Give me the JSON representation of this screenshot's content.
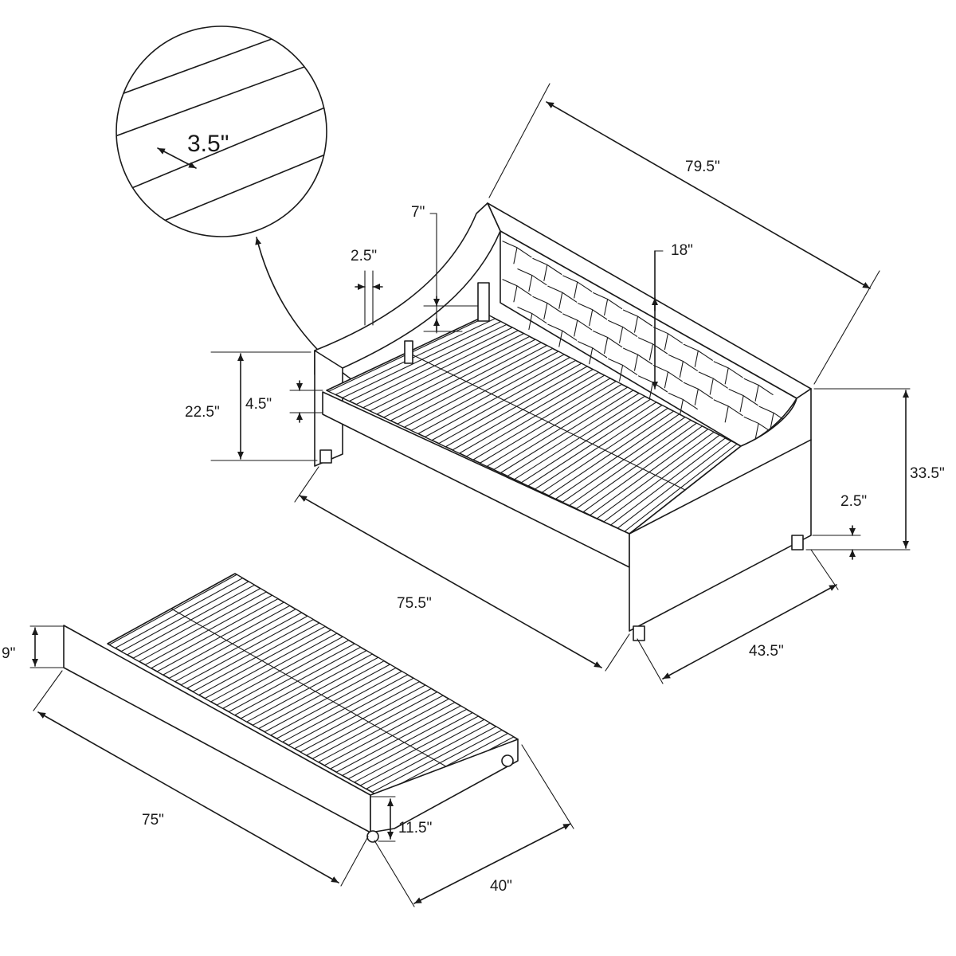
{
  "diagram": {
    "detail_slat_width": "3.5\"",
    "daybed": {
      "length_top": "79.5\"",
      "length_side": "75.5\"",
      "width": "43.5\"",
      "height_back": "33.5\"",
      "height_arm": "22.5\"",
      "rail_height": "4.5\"",
      "arm_thickness": "2.5\"",
      "leg_height": "2.5\"",
      "slat_drop": "7\"",
      "back_height_above_deck": "18\""
    },
    "trundle": {
      "length": "75\"",
      "width": "40\"",
      "panel_height": "9\"",
      "overall_height": "11.5\""
    }
  }
}
